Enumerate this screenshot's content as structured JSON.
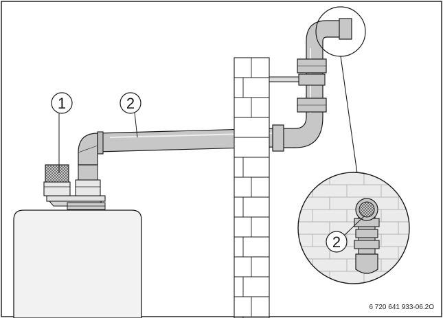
{
  "callouts": {
    "intake_label": "1",
    "flue_pipe_label": "2",
    "detail_flue_label": "2"
  },
  "reference_code": "6 720 641 933-06.2O",
  "colors": {
    "pipe_fill": "#c7c7c7",
    "pipe_dark": "#a9a9a9",
    "outline": "#1a1a1a",
    "boiler_fill": "#f2f2f2",
    "wall_fill": "#ffffff",
    "detail_wall": "#ebebeb",
    "frame": "#222222"
  }
}
